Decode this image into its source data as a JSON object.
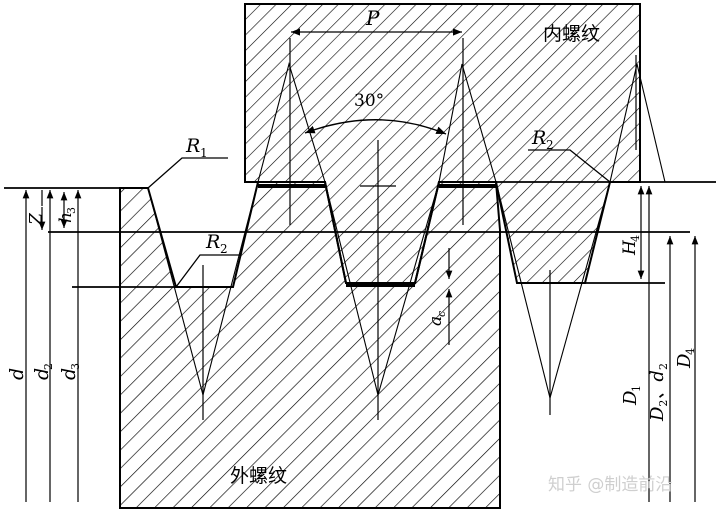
{
  "labels": {
    "internal_thread": "内螺纹",
    "external_thread": "外螺纹",
    "pitch": "P",
    "angle": "30°",
    "r1": "R",
    "r1_sub": "1",
    "r2_left": "R",
    "r2_left_sub": "2",
    "r2_right": "R",
    "r2_right_sub": "2",
    "z": "Z",
    "h3": "h",
    "h3_sub": "3",
    "h4": "H",
    "h4_sub": "4",
    "ac": "a",
    "ac_sub": "c",
    "d": "d",
    "d2": "d",
    "d2_sub": "2",
    "d3": "d",
    "d3_sub": "3",
    "D1": "D",
    "D1_sub": "1",
    "D2d2": "D",
    "D2d2_sub": "2",
    "D2d2_sep": "、d",
    "D2d2_sub2": "2",
    "D4": "D",
    "D4_sub": "4"
  },
  "watermark": "知乎 @制造前沿"
}
